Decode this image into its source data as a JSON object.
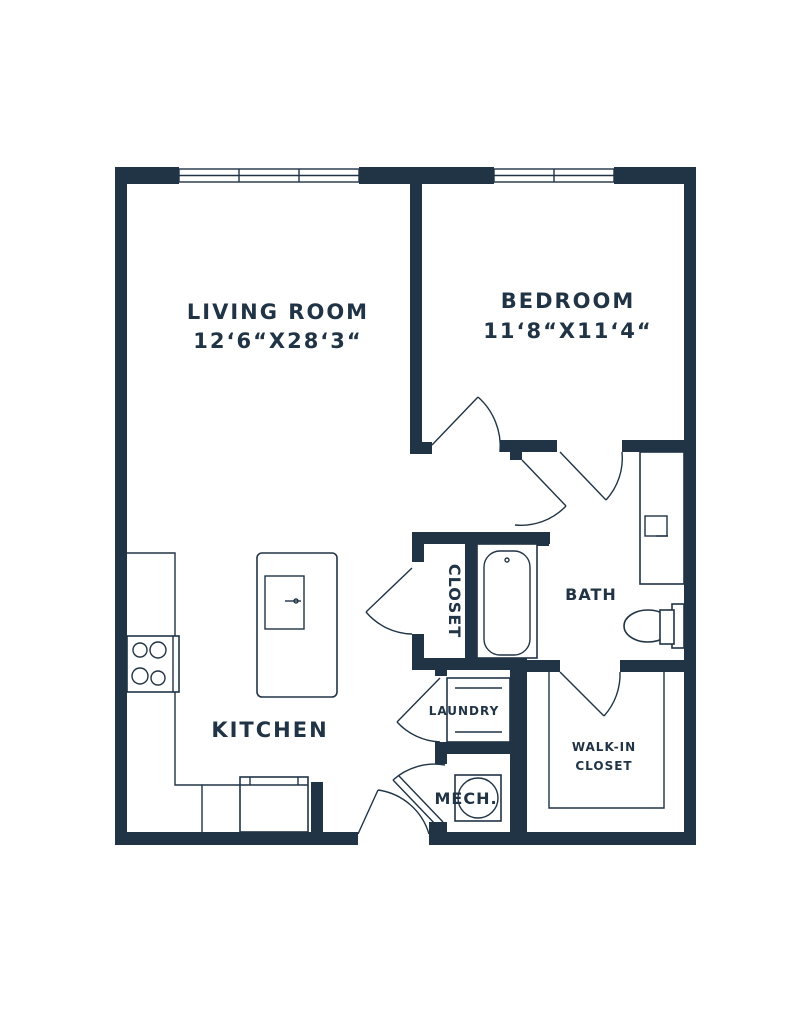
{
  "colors": {
    "wall": "#203446",
    "background": "#ffffff"
  },
  "rooms": {
    "living_room": {
      "name": "LIVING ROOM",
      "size": "12‘6“X28‘3“"
    },
    "bedroom": {
      "name": "BEDROOM",
      "size": "11‘8“X11‘4“"
    },
    "kitchen": {
      "name": "KITCHEN"
    },
    "bath": {
      "name": "BATH"
    },
    "closet": {
      "name": "CLOSET"
    },
    "laundry": {
      "name": "LAUNDRY"
    },
    "walk_in_closet": {
      "name_line1": "WALK-IN",
      "name_line2": "CLOSET"
    },
    "mech": {
      "name": "MECH."
    }
  }
}
